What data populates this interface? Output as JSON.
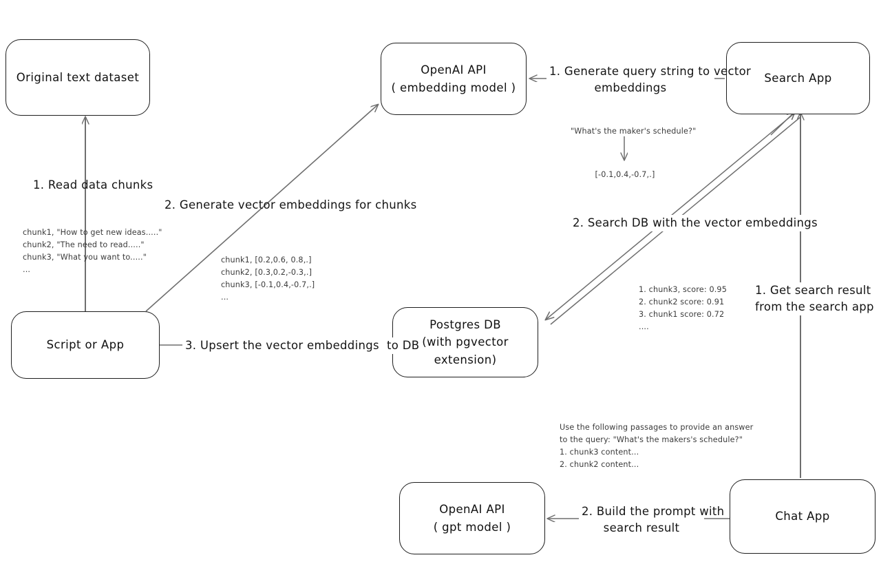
{
  "diagram": {
    "title": "Vector search RAG architecture",
    "stroke_color": "#1d1d1d",
    "wire_color": "#6e6e6e",
    "text_color": "#141414",
    "note_color": "#3b3b3b",
    "background": "#ffffff"
  },
  "nodes": {
    "original_dataset": {
      "line1": "Original text dataset",
      "line2": ""
    },
    "script_or_app": {
      "line1": "Script or App",
      "line2": ""
    },
    "openai_embedding": {
      "line1": "OpenAI API",
      "line2": "( embedding model )"
    },
    "postgres_db": {
      "line1": "Postgres DB",
      "line2": "(with pgvector extension)"
    },
    "search_app": {
      "line1": "Search App",
      "line2": ""
    },
    "chat_app": {
      "line1": "Chat App",
      "line2": ""
    },
    "openai_gpt": {
      "line1": "OpenAI API",
      "line2": "( gpt model )"
    }
  },
  "edge_labels": {
    "read_data_chunks": "1. Read data chunks",
    "generate_embeddings": "2. Generate vector embeddings for chunks",
    "upsert_embeddings": "3. Upsert the vector embeddings  to DB",
    "generate_query_embedding": "1. Generate query string to vector\nembeddings",
    "search_db": "2. Search DB with the vector embeddings",
    "get_search_result": "1. Get search result\nfrom the search app",
    "build_prompt": "2. Build the prompt with\nsearch result"
  },
  "notes": {
    "chunks_sample": "chunk1, \"How to get new ideas.....\"\nchunk2, \"The need to read.....\"\nchunk3, \"What you want to.....\"\n...",
    "chunk_vectors": "chunk1, [0.2,0.6, 0.8,.]\nchunk2, [0.3,0.2,-0.3,.]\nchunk3, [-0.1,0.4,-0.7,.]\n...",
    "query_text": "\"What's the maker's schedule?\"",
    "query_vector": "[-0.1,0.4,-0.7,.]",
    "search_results": "1. chunk3, score: 0.95\n2. chunk2 score: 0.91\n3. chunk1 score: 0.72\n....",
    "prompt_sample": "Use the following passages to provide an answer\nto the query: \"What's the makers's schedule?\"\n1. chunk3 content...\n2. chunk2 content..."
  }
}
